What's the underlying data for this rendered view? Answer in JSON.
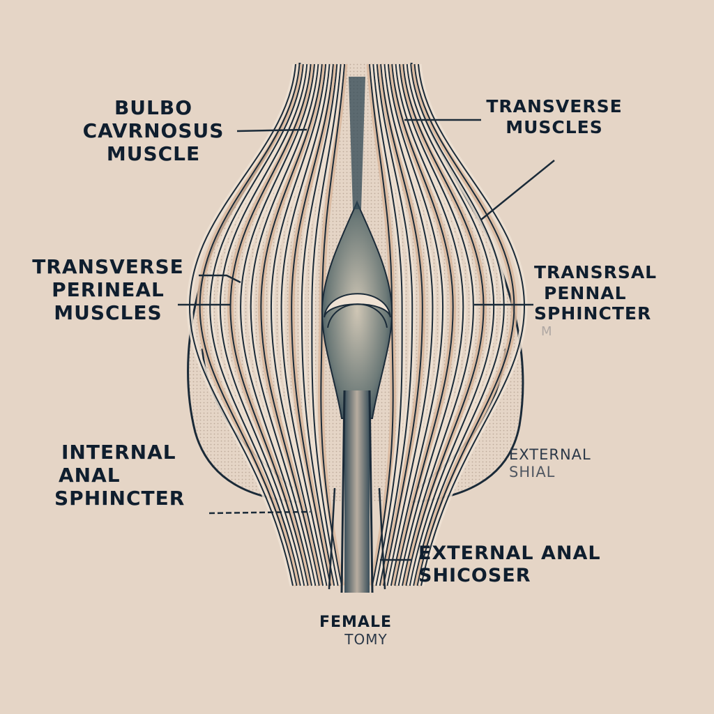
{
  "diagram": {
    "title_lines": [
      "FEMALE",
      "TOMY"
    ],
    "colors": {
      "background": "#e5d5c6",
      "ink": "#1a2a38",
      "fiber_light": "#efe2d4",
      "fiber_tint": "#d9b79c",
      "shadow": "#2e4553"
    },
    "labels": [
      {
        "id": "bulbocavernosus",
        "lines": [
          "BULBO",
          "CAVRNOSUS",
          "MUSCLE"
        ]
      },
      {
        "id": "transverse-muscles",
        "lines": [
          "TRANSVERSE",
          "MUSCLES"
        ]
      },
      {
        "id": "transverse-perineal",
        "lines": [
          "TRANSVERSE",
          "PERINEAL",
          "MUSCLES"
        ]
      },
      {
        "id": "transrsal-peninal",
        "lines": [
          "TRANSRSAL",
          "PENNAL",
          "SPHINCTER",
          "M"
        ]
      },
      {
        "id": "internal-anal-sphincter",
        "lines": [
          "INTERNAL",
          "ANAL",
          "SPHINCTER"
        ]
      },
      {
        "id": "external-shial",
        "lines": [
          "EXTERNAL",
          "SHIAL"
        ]
      },
      {
        "id": "external-anal-sphincter",
        "lines": [
          "EXTERNAL ANAL",
          "SHICOSER"
        ]
      }
    ]
  }
}
